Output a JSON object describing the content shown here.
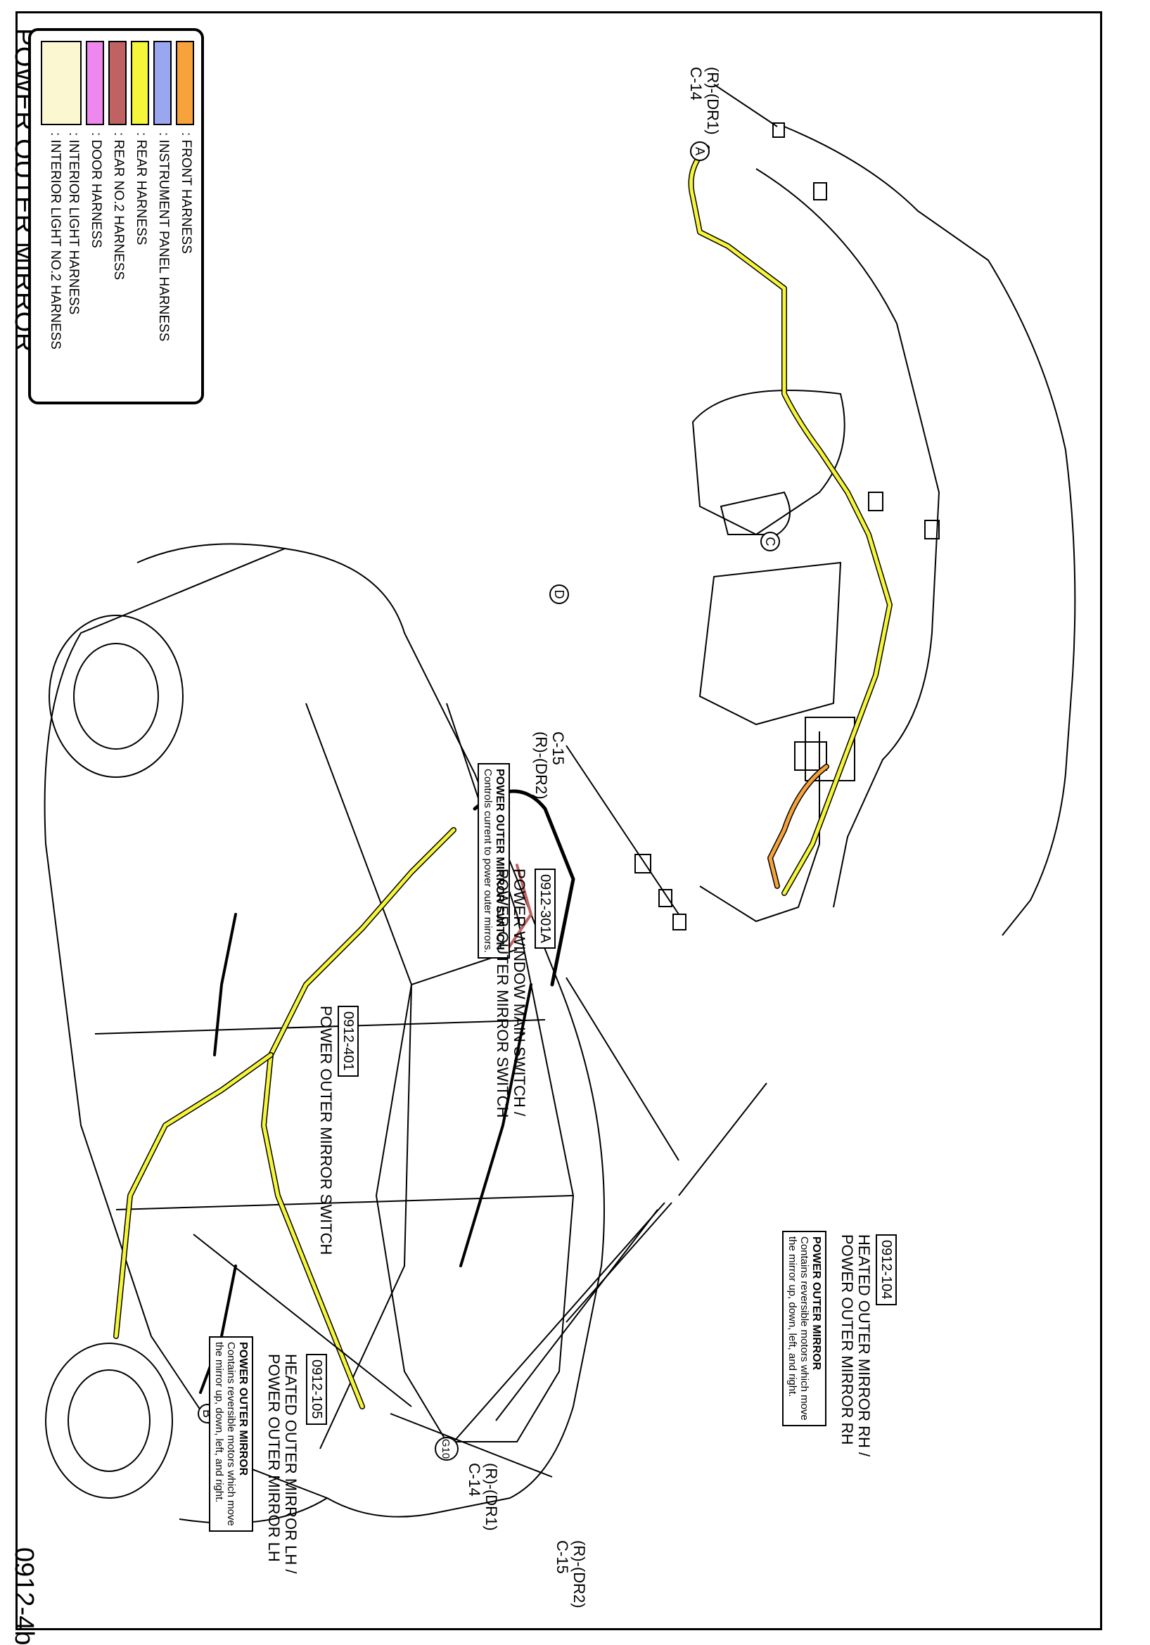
{
  "page": {
    "title": "POWER OUTER MIRROR",
    "code": "0912-4b"
  },
  "legend": {
    "items": [
      {
        "label": ": FRONT HARNESS",
        "color": "#f7a23a"
      },
      {
        "label": ": INSTRUMENT PANEL HARNESS",
        "color": "#9aa6f0"
      },
      {
        "label": ": REAR HARNESS",
        "color": "#f5f53a"
      },
      {
        "label": ": REAR NO.2 HARNESS",
        "color": "#c06262"
      },
      {
        "label": ": DOOR HARNESS",
        "color": "#ee88ee"
      },
      {
        "label": ": INTERIOR LIGHT HARNESS",
        "color": "#fbf7d0"
      },
      {
        "label": ": INTERIOR LIGHT NO.2 HARNESS",
        "color": "#fbf7d0"
      }
    ]
  },
  "callouts": {
    "c14_top": {
      "line1": "(R)-(DR1)",
      "line2": "C-14"
    },
    "c15_top": {
      "line1": "C-15",
      "line2": "(R)-(DR2)"
    },
    "mirror_switch_desc": {
      "title": "POWER OUTER MIRROR SWITCH",
      "text": "Controls current to power outer mirrors."
    },
    "pw_main_switch": {
      "line1": "POWER WINDOW MAIN SWITCH /",
      "line2": "POWER OUTER MIRROR SWITCH",
      "ref": "0912-301A"
    },
    "mirror_switch": {
      "line1": "POWER OUTER MIRROR SWITCH",
      "ref": "0912-401"
    },
    "mirror_lh": {
      "line1": "HEATED OUTER MIRROR LH /",
      "line2": "POWER OUTER MIRROR LH",
      "ref": "0912-105"
    },
    "mirror_lh_desc": {
      "title": "POWER OUTER MIRROR",
      "text1": "Contains reversible motors which move",
      "text2": "the mirror up, down, left, and right."
    },
    "mirror_rh": {
      "line1": "HEATED OUTER MIRROR RH /",
      "line2": "POWER OUTER MIRROR RH",
      "ref": "0912-104"
    },
    "mirror_rh_desc": {
      "title": "POWER OUTER MIRROR",
      "text1": "Contains reversible motors which move",
      "text2": "the mirror up, down, left, and right."
    },
    "c14_bottom": {
      "line1": "(R)-(DR1)",
      "line2": "C-14"
    },
    "c15_bottom": {
      "line1": "(R)-(DR2)",
      "line2": "C-15"
    },
    "ground": "G10"
  },
  "markers": {
    "a": "A",
    "c": "C",
    "d": "D",
    "b": "B"
  }
}
